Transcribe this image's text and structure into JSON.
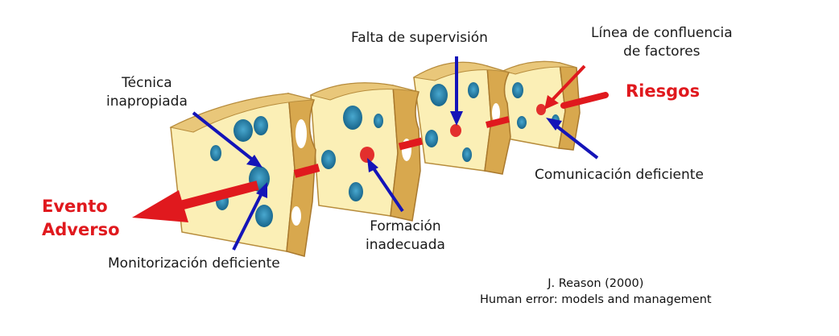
{
  "labels": {
    "falta_supervision": "Falta de supervisión",
    "linea_confluencia": [
      "Línea de confluencia",
      "de factores"
    ],
    "riesgos": "Riesgos",
    "tecnica": [
      "Técnica",
      "inapropiada"
    ],
    "evento": [
      "Evento",
      "Adverso"
    ],
    "formacion": [
      "Formación",
      "inadecuada"
    ],
    "comunicacion": "Comunicación deficiente",
    "monitorizacion": "Monitorización deficiente"
  },
  "citation": [
    "J. Reason (2000)",
    "Human error: models and management"
  ],
  "colors": {
    "cheese_face": "#fbefb6",
    "cheese_side": "#d8a84e",
    "hole": "#1f7fa8",
    "arrow_red": "#e0191e",
    "arrow_blue": "#1414b8",
    "label_red": "#e0191e"
  }
}
